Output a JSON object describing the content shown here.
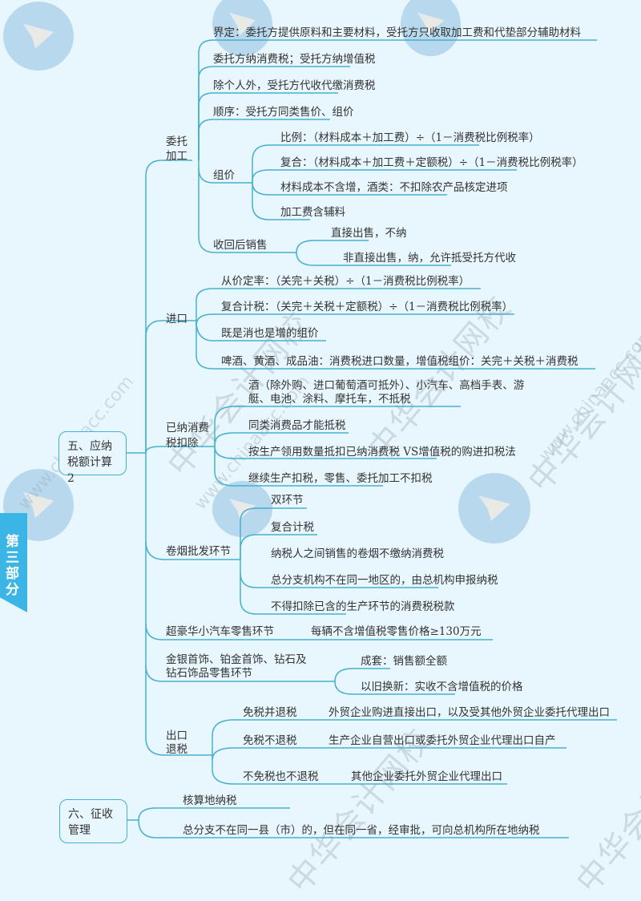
{
  "side_tab": {
    "label": "第三部分"
  },
  "watermark": {
    "brand": "中华会计网校",
    "url": "www.chinaacc.com"
  },
  "colors": {
    "background": "#e8f6fd",
    "line": "#45b0cf",
    "tab": "#3bb4e6"
  },
  "root5": {
    "label": "五、应纳税额计算2",
    "branches": {
      "weituo": {
        "label": "委托加工",
        "items": [
          "界定：委托方提供原料和主要材料，受托方只收取加工费和代垫部分辅助材料",
          "委托方纳消费税；受托方纳增值税",
          "除个人外，受托方代收代缴消费税",
          "顺序：受托方同类售价、组价"
        ],
        "zujia": {
          "label": "组价",
          "items": [
            "比例：（材料成本＋加工费）÷（1－消费税比例税率）",
            "复合：（材料成本＋加工费＋定额税）÷（1－消费税比例税率）",
            "材料成本不含增，酒类：不扣除农产品核定进项",
            "加工费含辅料"
          ]
        },
        "huishou": {
          "label": "收回后销售",
          "items": [
            "直接出售，不纳",
            "非直接出售，纳，允许抵受托方代收"
          ]
        }
      },
      "jinkou": {
        "label": "进口",
        "items": [
          "从价定率：（关完＋关税）÷（1－消费税比例税率）",
          "复合计税：（关完＋关税＋定额税）÷（1－消费税比例税率）",
          "既是消也是增的组价",
          "啤酒、黄酒、成品油：消费税进口数量，增值税组价：关完＋关税＋消费税"
        ]
      },
      "yina": {
        "label": "已纳消费税扣除",
        "items": [
          "酒（除外购、进口葡萄酒可抵外）、小汽车、高档手表、游艇、电池、涂料、摩托车，不抵税",
          "同类消费品才能抵税",
          "按生产领用数量抵扣已纳消费税 VS增值税的购进扣税法",
          "继续生产扣税，零售、委托加工不扣税"
        ]
      },
      "juanyan": {
        "label": "卷烟批发环节",
        "items": [
          "双环节",
          "复合计税",
          "纳税人之间销售的卷烟不缴纳消费税",
          "总分支机构不在同一地区的，由总机构申报纳税",
          "不得扣除已含的生产环节的消费税税款"
        ]
      },
      "chaohaohua": {
        "label": "超豪华小汽车零售环节",
        "items": [
          "每辆不含增值税零售价格≥130万元"
        ]
      },
      "jinyin": {
        "label": "金银首饰、铂金首饰、钻石及钻石饰品零售环节",
        "items": [
          "成套：销售额全额",
          "以旧换新：实收不含增值税的价格"
        ]
      },
      "chukou": {
        "label": "出口退税",
        "items": [
          {
            "label": "免税并退税",
            "detail": "外贸企业购进直接出口，以及受其他外贸企业委托代理出口"
          },
          {
            "label": "免税不退税",
            "detail": "生产企业自营出口或委托外贸企业代理出口自产"
          },
          {
            "label": "不免税也不退税",
            "detail": "其他企业委托外贸企业代理出口"
          }
        ]
      }
    }
  },
  "root6": {
    "label": "六、征收管理",
    "items": [
      "核算地纳税",
      "总分支不在同一县（市）的，但在同一省，经审批，可向总机构所在地纳税"
    ]
  }
}
